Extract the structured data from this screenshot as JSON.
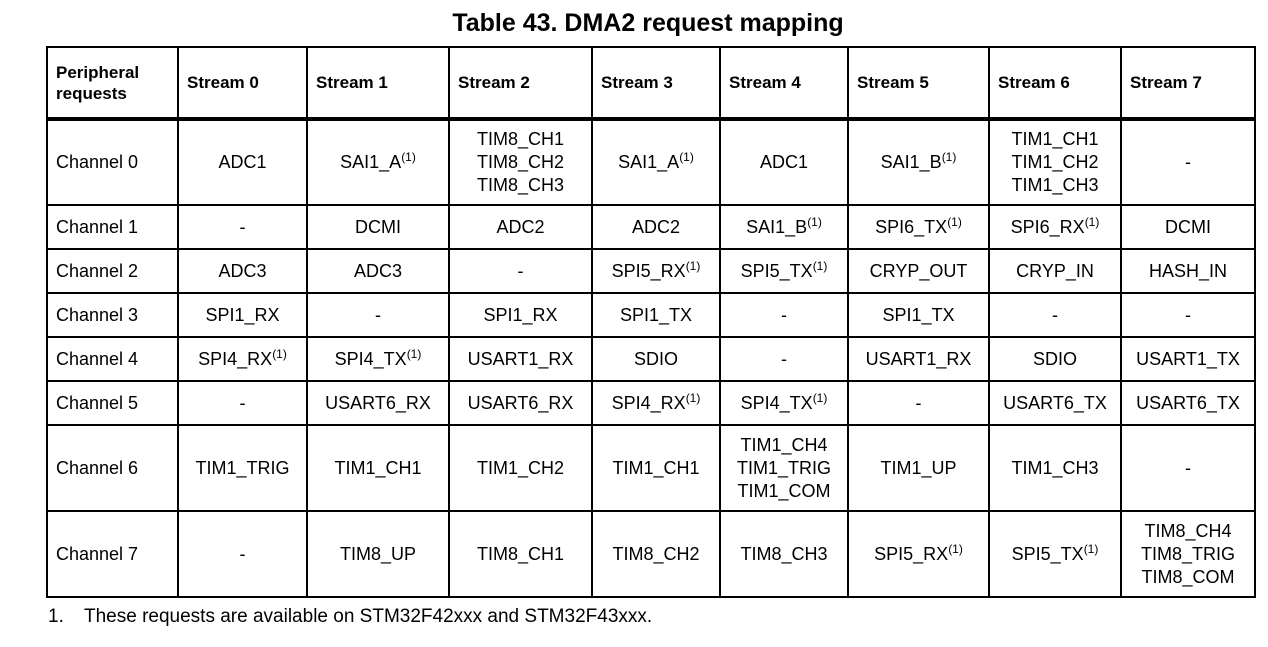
{
  "title": "Table 43. DMA2 request mapping",
  "headers": [
    "Peripheral requests",
    "Stream 0",
    "Stream 1",
    "Stream 2",
    "Stream 3",
    "Stream 4",
    "Stream 5",
    "Stream 6",
    "Stream 7"
  ],
  "rows": [
    {
      "label": "Channel 0",
      "cells": [
        {
          "lines": [
            "ADC1"
          ]
        },
        {
          "lines": [
            "SAI1_A"
          ],
          "note": "(1)"
        },
        {
          "lines": [
            "TIM8_CH1",
            "TIM8_CH2",
            "TIM8_CH3"
          ]
        },
        {
          "lines": [
            "SAI1_A"
          ],
          "note": "(1)"
        },
        {
          "lines": [
            "ADC1"
          ]
        },
        {
          "lines": [
            "SAI1_B"
          ],
          "note": "(1)"
        },
        {
          "lines": [
            "TIM1_CH1",
            "TIM1_CH2",
            "TIM1_CH3"
          ]
        },
        {
          "lines": [
            "-"
          ]
        }
      ]
    },
    {
      "label": "Channel 1",
      "cells": [
        {
          "lines": [
            "-"
          ]
        },
        {
          "lines": [
            "DCMI"
          ]
        },
        {
          "lines": [
            "ADC2"
          ]
        },
        {
          "lines": [
            "ADC2"
          ]
        },
        {
          "lines": [
            "SAI1_B"
          ],
          "note": "(1)"
        },
        {
          "lines": [
            "SPI6_TX"
          ],
          "note": "(1)"
        },
        {
          "lines": [
            "SPI6_RX"
          ],
          "note": "(1)"
        },
        {
          "lines": [
            "DCMI"
          ]
        }
      ]
    },
    {
      "label": "Channel 2",
      "cells": [
        {
          "lines": [
            "ADC3"
          ]
        },
        {
          "lines": [
            "ADC3"
          ]
        },
        {
          "lines": [
            "-"
          ]
        },
        {
          "lines": [
            "SPI5_RX"
          ],
          "note": "(1)"
        },
        {
          "lines": [
            "SPI5_TX"
          ],
          "note": "(1)"
        },
        {
          "lines": [
            "CRYP_OUT"
          ]
        },
        {
          "lines": [
            "CRYP_IN"
          ]
        },
        {
          "lines": [
            "HASH_IN"
          ]
        }
      ]
    },
    {
      "label": "Channel 3",
      "cells": [
        {
          "lines": [
            "SPI1_RX"
          ]
        },
        {
          "lines": [
            "-"
          ]
        },
        {
          "lines": [
            "SPI1_RX"
          ]
        },
        {
          "lines": [
            "SPI1_TX"
          ]
        },
        {
          "lines": [
            "-"
          ]
        },
        {
          "lines": [
            "SPI1_TX"
          ]
        },
        {
          "lines": [
            "-"
          ]
        },
        {
          "lines": [
            "-"
          ]
        }
      ]
    },
    {
      "label": "Channel 4",
      "cells": [
        {
          "lines": [
            "SPI4_RX"
          ],
          "note": "(1)"
        },
        {
          "lines": [
            "SPI4_TX"
          ],
          "note": "(1)"
        },
        {
          "lines": [
            "USART1_RX"
          ]
        },
        {
          "lines": [
            "SDIO"
          ]
        },
        {
          "lines": [
            "-"
          ]
        },
        {
          "lines": [
            "USART1_RX"
          ]
        },
        {
          "lines": [
            "SDIO"
          ]
        },
        {
          "lines": [
            "USART1_TX"
          ]
        }
      ]
    },
    {
      "label": "Channel 5",
      "cells": [
        {
          "lines": [
            "-"
          ]
        },
        {
          "lines": [
            "USART6_RX"
          ]
        },
        {
          "lines": [
            "USART6_RX"
          ]
        },
        {
          "lines": [
            "SPI4_RX"
          ],
          "note": "(1)"
        },
        {
          "lines": [
            "SPI4_TX"
          ],
          "note": "(1)"
        },
        {
          "lines": [
            "-"
          ]
        },
        {
          "lines": [
            "USART6_TX"
          ]
        },
        {
          "lines": [
            "USART6_TX"
          ]
        }
      ]
    },
    {
      "label": "Channel 6",
      "cells": [
        {
          "lines": [
            "TIM1_TRIG"
          ]
        },
        {
          "lines": [
            "TIM1_CH1"
          ]
        },
        {
          "lines": [
            "TIM1_CH2"
          ]
        },
        {
          "lines": [
            "TIM1_CH1"
          ]
        },
        {
          "lines": [
            "TIM1_CH4",
            "TIM1_TRIG",
            "TIM1_COM"
          ]
        },
        {
          "lines": [
            "TIM1_UP"
          ]
        },
        {
          "lines": [
            "TIM1_CH3"
          ]
        },
        {
          "lines": [
            "-"
          ]
        }
      ]
    },
    {
      "label": "Channel 7",
      "cells": [
        {
          "lines": [
            "-"
          ]
        },
        {
          "lines": [
            "TIM8_UP"
          ]
        },
        {
          "lines": [
            "TIM8_CH1"
          ]
        },
        {
          "lines": [
            "TIM8_CH2"
          ]
        },
        {
          "lines": [
            "TIM8_CH3"
          ]
        },
        {
          "lines": [
            "SPI5_RX"
          ],
          "note": "(1)"
        },
        {
          "lines": [
            "SPI5_TX"
          ],
          "note": "(1)"
        },
        {
          "lines": [
            "TIM8_CH4",
            "TIM8_TRIG",
            "TIM8_COM"
          ]
        }
      ]
    }
  ],
  "footnote": {
    "number": "1.",
    "text": "These requests are available on STM32F42xxx and STM32F43xxx."
  }
}
